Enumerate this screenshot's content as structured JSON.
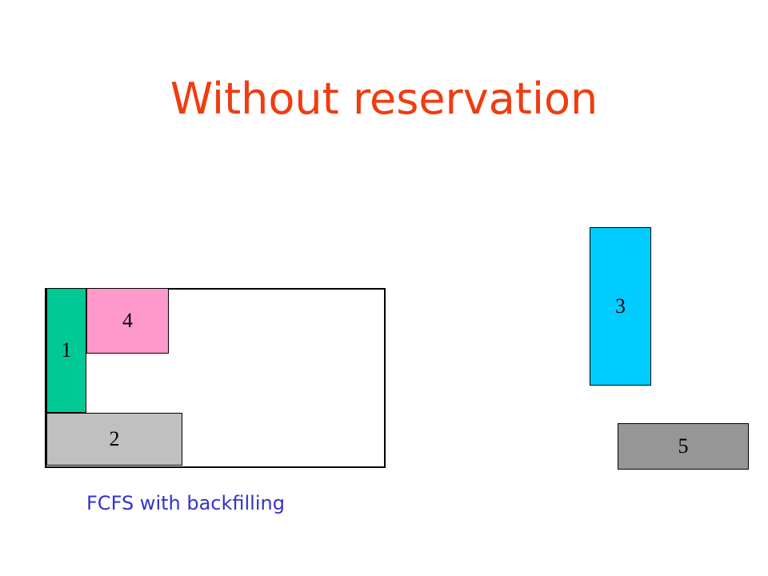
{
  "title": {
    "text": "Without reservation",
    "color": "#f03c0f"
  },
  "jobs": [
    {
      "label": "1",
      "color": "#00c996"
    },
    {
      "label": "2",
      "color": "#c0c0c0"
    },
    {
      "label": "3",
      "color": "#00ccff"
    },
    {
      "label": "4",
      "color": "#ff99cc"
    },
    {
      "label": "5",
      "color": "#969696"
    }
  ],
  "caption": {
    "text": "FCFS with backfilling",
    "color": "#3333cc"
  }
}
